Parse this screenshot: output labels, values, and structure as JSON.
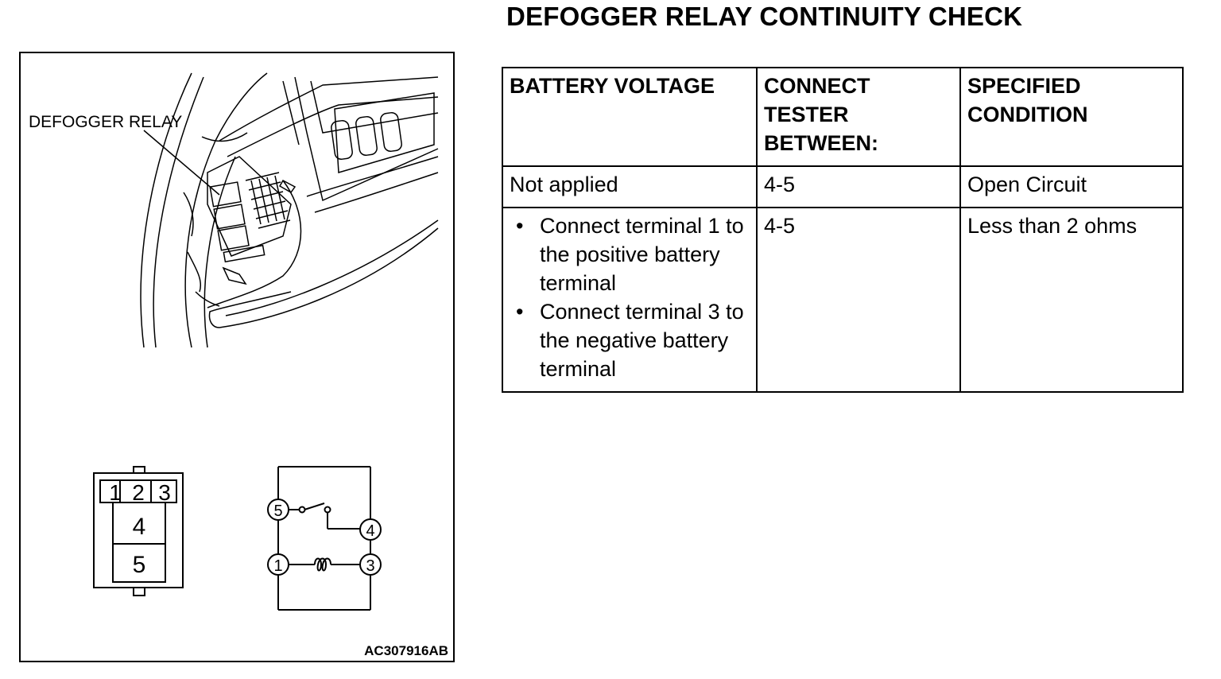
{
  "title": "DEFOGGER RELAY CONTINUITY CHECK",
  "figure": {
    "relay_label": "DEFOGGER RELAY",
    "code": "AC307916AB",
    "connector_terminals": [
      "1",
      "2",
      "3",
      "4",
      "5"
    ],
    "circuit_terminals": [
      "5",
      "4",
      "1",
      "3"
    ]
  },
  "table": {
    "headers": [
      "BATTERY VOLTAGE",
      "CONNECT TESTER BETWEEN:",
      "SPECIFIED CONDITION"
    ],
    "rows": [
      {
        "voltage": "Not applied",
        "tester": "4-5",
        "condition": "Open Circuit"
      },
      {
        "voltage_items": [
          "Connect terminal 1 to the positive battery terminal",
          "Connect terminal 3 to the negative battery terminal"
        ],
        "tester": "4-5",
        "condition": "Less than 2 ohms"
      }
    ]
  }
}
